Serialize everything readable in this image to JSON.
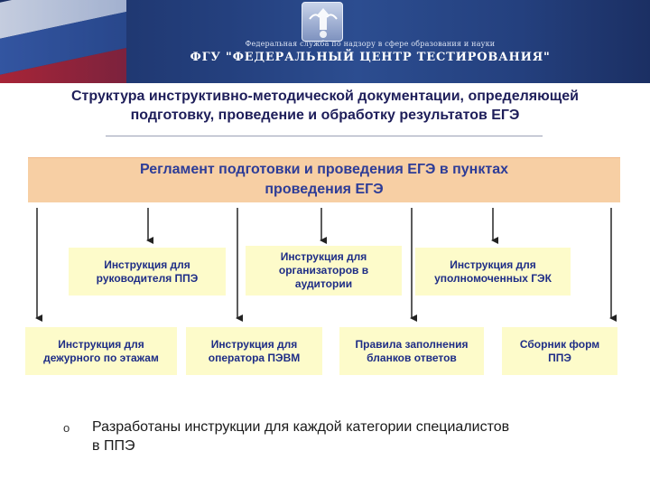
{
  "header": {
    "org_subtitle": "Федеральная служба по надзору в сфере образования и науки",
    "org_title": "ФГУ \"ФЕДЕРАЛЬНЫЙ ЦЕНТР ТЕСТИРОВАНИЯ\"",
    "emblem_icon": "emblem-icon",
    "flag_colors": [
      "#ffffff",
      "#2a4a90",
      "#c8242f"
    ]
  },
  "slide": {
    "title_line1": "Структура инструктивно-методической документации, определяющей",
    "title_line2": "подготовку, проведение и обработку результатов ЕГЭ"
  },
  "regulation": {
    "line1": "Регламент подготовки и проведения ЕГЭ в пунктах",
    "line2": "проведения ЕГЭ"
  },
  "instructions_top": [
    {
      "line1": "Инструкция для",
      "line2": "руководителя ППЭ",
      "line3": ""
    },
    {
      "line1": "Инструкция для",
      "line2": "организаторов в",
      "line3": "аудитории"
    },
    {
      "line1": "Инструкция для",
      "line2": "уполномоченных ГЭК",
      "line3": ""
    }
  ],
  "instructions_bottom": [
    {
      "line1": "Инструкция для",
      "line2": "дежурного по этажам"
    },
    {
      "line1": "Инструкция для",
      "line2": "оператора ПЭВМ"
    },
    {
      "line1": "Правила заполнения",
      "line2": "бланков ответов"
    },
    {
      "line1": "Сборник форм",
      "line2": "ППЭ"
    }
  ],
  "bullet": {
    "marker": "o",
    "line1": "Разработаны инструкции для каждой категории специалистов",
    "line2": "в ППЭ"
  },
  "colors": {
    "banner": "#24407e",
    "regulation_fill": "#f7cfa4",
    "box_fill": "#fdfbca",
    "box_text": "#1e2d86",
    "title_text": "#1e1e5a"
  }
}
